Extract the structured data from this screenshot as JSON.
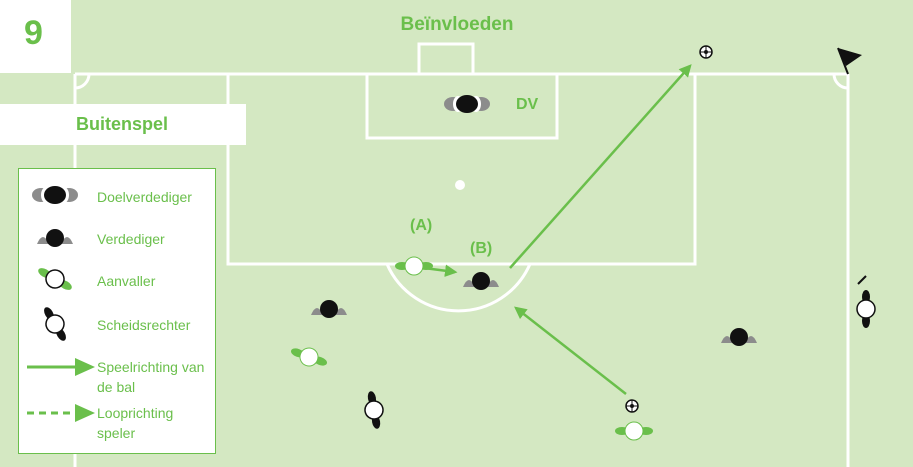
{
  "page_number": "9",
  "title": "Beïnvloeden",
  "section": "Buitenspel",
  "colors": {
    "pitch": "#d4e8c2",
    "lines": "#ffffff",
    "accent": "#6abf4b",
    "grey": "#8c8c8c",
    "dark": "#111111"
  },
  "pitch_labels": {
    "goalkeeper_tag": "DV",
    "player_a": "(A)",
    "player_b": "(B)"
  },
  "legend": {
    "goalkeeper": "Doelverdediger",
    "defender": "Verdediger",
    "attacker": "Aanvaller",
    "referee": "Scheidsrechter",
    "ball_direction": "Speelrichting van de bal",
    "player_run": "Looprichting speler"
  },
  "icons": [
    "ball-icon",
    "corner-flag-icon",
    "goalkeeper-icon",
    "defender-icon",
    "attacker-icon",
    "referee-icon",
    "assistant-referee-icon"
  ]
}
